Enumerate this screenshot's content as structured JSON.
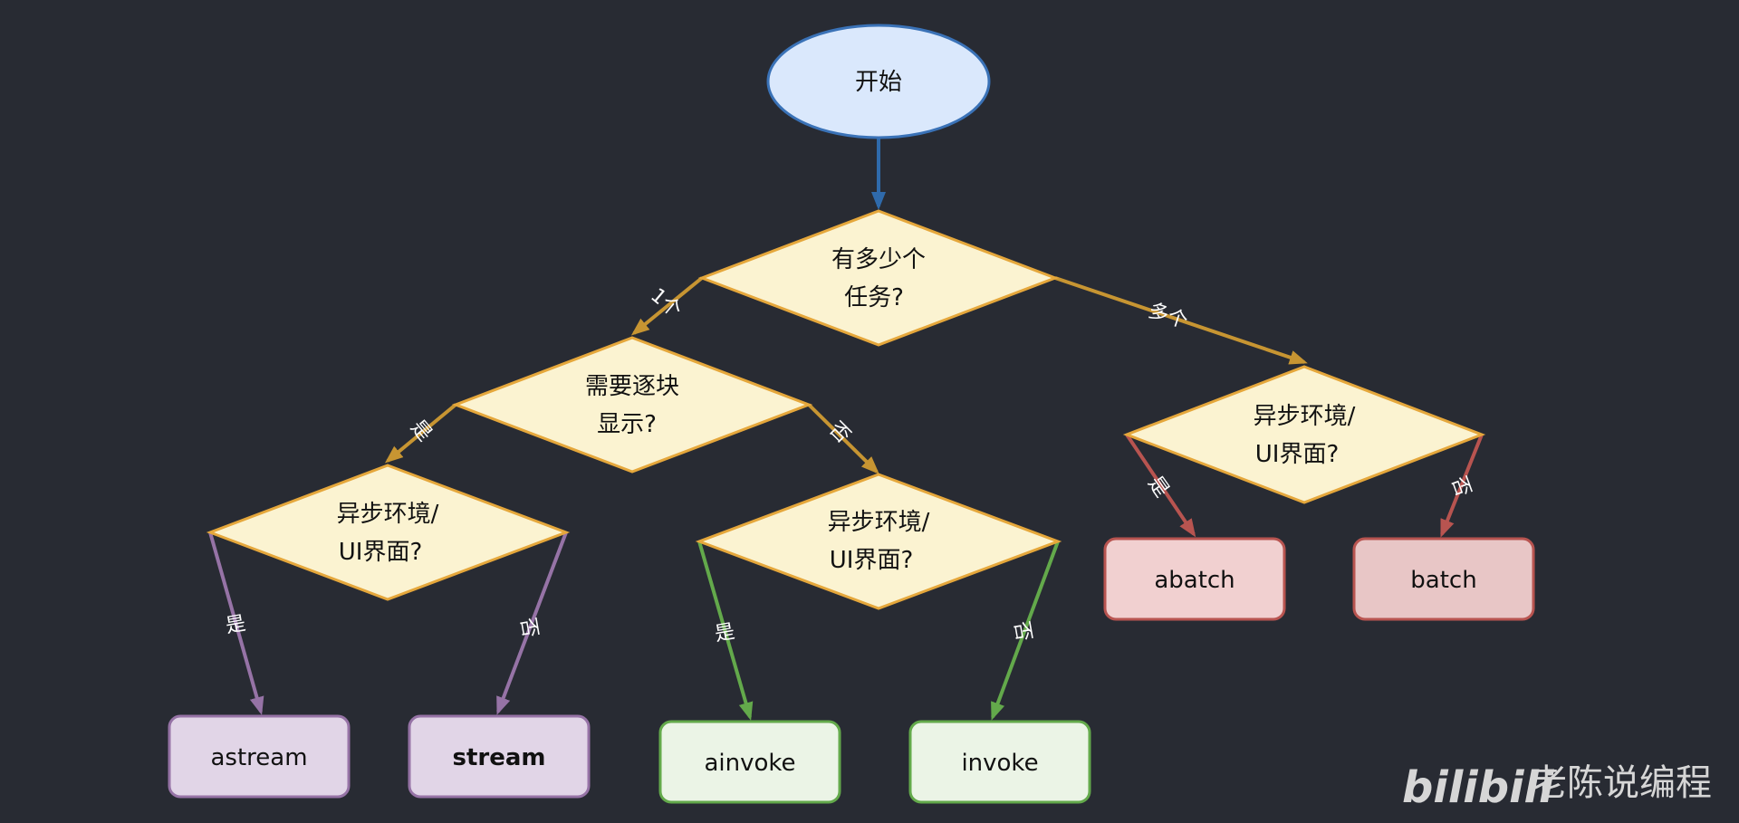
{
  "colors": {
    "background": "#282b33",
    "start_fill": "#dae8fc",
    "start_stroke": "#3a72b7",
    "decision_fill": "#fbf3d1",
    "decision_stroke": "#e5a73b",
    "purple_fill": "#e1d5e7",
    "purple_stroke": "#9673a6",
    "green_fill": "#ebf4e6",
    "green_stroke": "#63a94b",
    "red_fill": "#f1d0d0",
    "red_fill_alt": "#e8c6c6",
    "red_stroke": "#b85450",
    "edge_blue": "#2f6aab",
    "edge_gold": "#c79532",
    "edge_purple": "#9673a6",
    "edge_green": "#63a94b",
    "edge_red": "#b85450"
  },
  "nodes": {
    "start": "开始",
    "q_tasks": {
      "line1": "有多少个",
      "line2": "任务?"
    },
    "q_chunk": {
      "line1": "需要逐块",
      "line2": "显示?"
    },
    "q_async_stream": {
      "line1": "异步环境/",
      "line2": "UI界面?"
    },
    "q_async_invoke": {
      "line1": "异步环境/",
      "line2": "UI界面?"
    },
    "q_async_batch": {
      "line1": "异步环境/",
      "line2": "UI界面?"
    },
    "astream": "astream",
    "stream": "stream",
    "ainvoke": "ainvoke",
    "invoke": "invoke",
    "abatch": "abatch",
    "batch": "batch"
  },
  "edges": {
    "one": "1个",
    "many": "多个",
    "chunk_yes": "是",
    "chunk_no": "否",
    "astream_yes": "是",
    "stream_no": "否",
    "ainvoke_yes": "是",
    "invoke_no": "否",
    "abatch_yes": "是",
    "batch_no": "否"
  },
  "watermark": {
    "logo": "bilibili",
    "author": "老陈说编程"
  }
}
